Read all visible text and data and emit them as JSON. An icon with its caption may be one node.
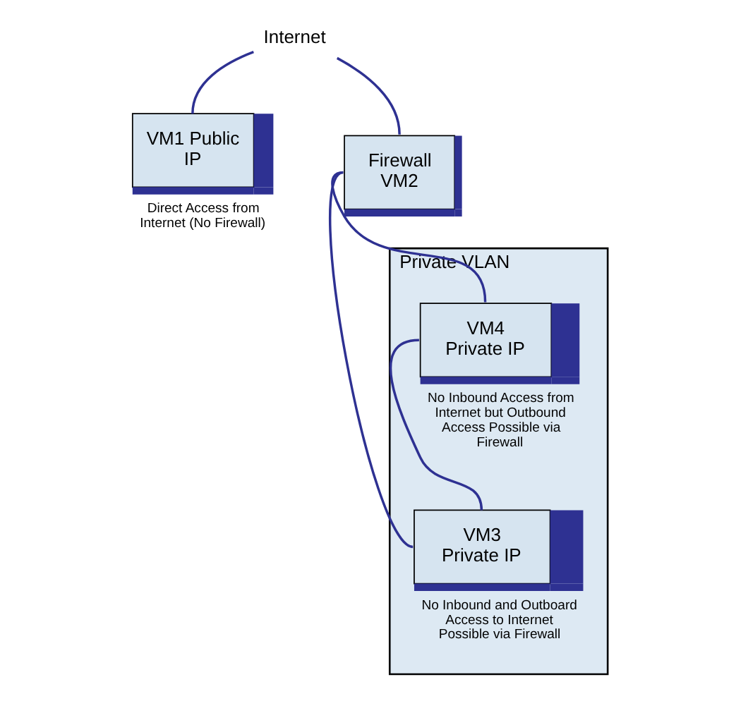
{
  "diagram": {
    "nodes": [
      {
        "text": [
          "Internet"
        ]
      },
      {
        "text": [
          "VM1 Public IP"
        ],
        "beside": [
          "Direct Access from Internet (No Firewall)"
        ]
      },
      {
        "text": [
          "Private VLAN"
        ]
      },
      {
        "text": [
          "Firewall VM2"
        ]
      },
      {
        "text": [
          "VM3 Private IP"
        ],
        "in": 2,
        "beside": [
          "No Inbound and Outboard Access to Internet Possible via Firewall"
        ]
      },
      {
        "text": [
          "VM4 Private IP"
        ],
        "in": 2,
        "beside": [
          "No Inbound Access from Internet but Outbound Access Possible via Firewall"
        ]
      }
    ],
    "edges": [
      {
        "from": 0,
        "to": 1,
        "arrow": "none"
      },
      {
        "from": 0,
        "to": 3,
        "arrow": "none"
      },
      {
        "from": 3,
        "to": 5,
        "arrow": "none"
      },
      {
        "from": 3,
        "to": 4,
        "arrow": "none"
      },
      {
        "from": 5,
        "to": 4,
        "arrow": "none"
      }
    ]
  }
}
